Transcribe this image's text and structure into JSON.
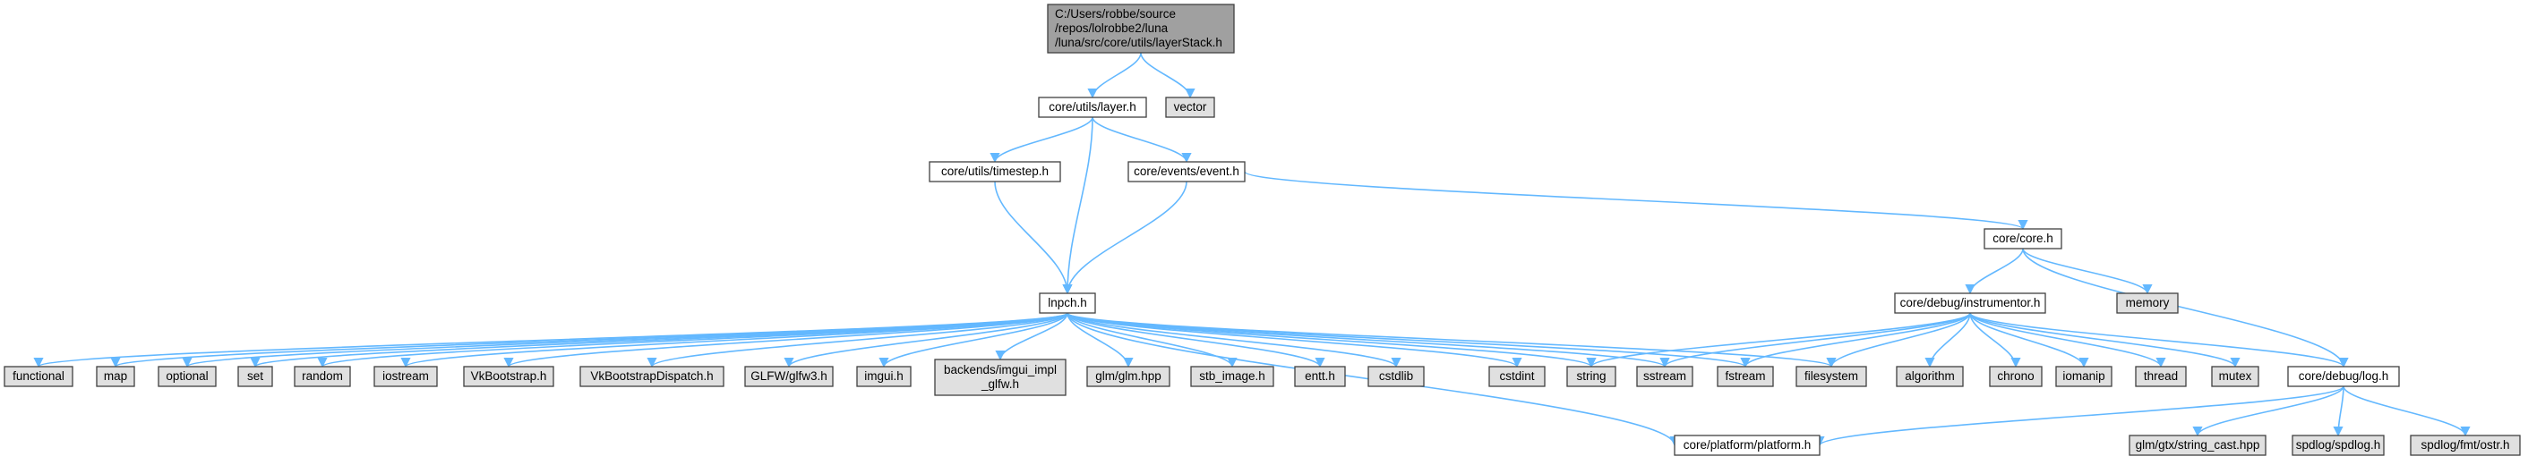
{
  "colors": {
    "root_fill": "#a0a0a0",
    "internal_fill": "#ffffff",
    "external_fill": "#e0e0e0",
    "border": "#404040",
    "edge": "#63b8ff",
    "border_external": "#999999"
  },
  "nodes": [
    {
      "id": "root",
      "kind": "root",
      "lines": [
        "C:/Users/robbe/source",
        "/repos/lolrobbe2/luna",
        "/luna/src/core/utils/layerStack.h"
      ]
    },
    {
      "id": "layer",
      "kind": "internal",
      "lines": [
        "core/utils/layer.h"
      ]
    },
    {
      "id": "vector",
      "kind": "external",
      "lines": [
        "vector"
      ]
    },
    {
      "id": "timestep",
      "kind": "internal",
      "lines": [
        "core/utils/timestep.h"
      ]
    },
    {
      "id": "event",
      "kind": "internal",
      "lines": [
        "core/events/event.h"
      ]
    },
    {
      "id": "core",
      "kind": "internal",
      "lines": [
        "core/core.h"
      ]
    },
    {
      "id": "memory",
      "kind": "external",
      "lines": [
        "memory"
      ]
    },
    {
      "id": "lnpch",
      "kind": "internal",
      "lines": [
        "lnpch.h"
      ]
    },
    {
      "id": "instrumentor",
      "kind": "internal",
      "lines": [
        "core/debug/instrumentor.h"
      ]
    },
    {
      "id": "functional",
      "kind": "external",
      "lines": [
        "functional"
      ]
    },
    {
      "id": "map",
      "kind": "external",
      "lines": [
        "map"
      ]
    },
    {
      "id": "optional",
      "kind": "external",
      "lines": [
        "optional"
      ]
    },
    {
      "id": "set",
      "kind": "external",
      "lines": [
        "set"
      ]
    },
    {
      "id": "random",
      "kind": "external",
      "lines": [
        "random"
      ]
    },
    {
      "id": "iostream",
      "kind": "external",
      "lines": [
        "iostream"
      ]
    },
    {
      "id": "vkbootstrap",
      "kind": "external",
      "lines": [
        "VkBootstrap.h"
      ]
    },
    {
      "id": "vkbootstrapdispatch",
      "kind": "external",
      "lines": [
        "VkBootstrapDispatch.h"
      ]
    },
    {
      "id": "glfw3",
      "kind": "external",
      "lines": [
        "GLFW/glfw3.h"
      ]
    },
    {
      "id": "imgui",
      "kind": "external",
      "lines": [
        "imgui.h"
      ]
    },
    {
      "id": "imgui_impl",
      "kind": "external",
      "lines": [
        "backends/imgui_impl",
        "_glfw.h"
      ]
    },
    {
      "id": "glm",
      "kind": "external",
      "lines": [
        "glm/glm.hpp"
      ]
    },
    {
      "id": "stb_image",
      "kind": "external",
      "lines": [
        "stb_image.h"
      ]
    },
    {
      "id": "entt",
      "kind": "external",
      "lines": [
        "entt.h"
      ]
    },
    {
      "id": "cstdlib",
      "kind": "external",
      "lines": [
        "cstdlib"
      ]
    },
    {
      "id": "cstdint",
      "kind": "external",
      "lines": [
        "cstdint"
      ]
    },
    {
      "id": "string",
      "kind": "external",
      "lines": [
        "string"
      ]
    },
    {
      "id": "sstream",
      "kind": "external",
      "lines": [
        "sstream"
      ]
    },
    {
      "id": "fstream",
      "kind": "external",
      "lines": [
        "fstream"
      ]
    },
    {
      "id": "filesystem",
      "kind": "external",
      "lines": [
        "filesystem"
      ]
    },
    {
      "id": "algorithm",
      "kind": "external",
      "lines": [
        "algorithm"
      ]
    },
    {
      "id": "chrono",
      "kind": "external",
      "lines": [
        "chrono"
      ]
    },
    {
      "id": "iomanip",
      "kind": "external",
      "lines": [
        "iomanip"
      ]
    },
    {
      "id": "thread",
      "kind": "external",
      "lines": [
        "thread"
      ]
    },
    {
      "id": "mutex",
      "kind": "external",
      "lines": [
        "mutex"
      ]
    },
    {
      "id": "log",
      "kind": "internal",
      "lines": [
        "core/debug/log.h"
      ]
    },
    {
      "id": "platform",
      "kind": "internal",
      "lines": [
        "core/platform/platform.h"
      ]
    },
    {
      "id": "string_cast",
      "kind": "external",
      "lines": [
        "glm/gtx/string_cast.hpp"
      ]
    },
    {
      "id": "spdlog",
      "kind": "external",
      "lines": [
        "spdlog/spdlog.h"
      ]
    },
    {
      "id": "ostr",
      "kind": "external",
      "lines": [
        "spdlog/fmt/ostr.h"
      ]
    }
  ],
  "edges": [
    [
      "root",
      "layer"
    ],
    [
      "root",
      "vector"
    ],
    [
      "layer",
      "timestep"
    ],
    [
      "layer",
      "event"
    ],
    [
      "layer",
      "lnpch"
    ],
    [
      "timestep",
      "lnpch"
    ],
    [
      "event",
      "lnpch"
    ],
    [
      "event",
      "core"
    ],
    [
      "core",
      "memory"
    ],
    [
      "core",
      "instrumentor"
    ],
    [
      "core",
      "log"
    ],
    [
      "lnpch",
      "functional"
    ],
    [
      "lnpch",
      "map"
    ],
    [
      "lnpch",
      "optional"
    ],
    [
      "lnpch",
      "set"
    ],
    [
      "lnpch",
      "random"
    ],
    [
      "lnpch",
      "iostream"
    ],
    [
      "lnpch",
      "vkbootstrap"
    ],
    [
      "lnpch",
      "vkbootstrapdispatch"
    ],
    [
      "lnpch",
      "glfw3"
    ],
    [
      "lnpch",
      "imgui"
    ],
    [
      "lnpch",
      "imgui_impl"
    ],
    [
      "lnpch",
      "glm"
    ],
    [
      "lnpch",
      "stb_image"
    ],
    [
      "lnpch",
      "entt"
    ],
    [
      "lnpch",
      "cstdlib"
    ],
    [
      "lnpch",
      "cstdint"
    ],
    [
      "lnpch",
      "string"
    ],
    [
      "lnpch",
      "sstream"
    ],
    [
      "lnpch",
      "fstream"
    ],
    [
      "lnpch",
      "filesystem"
    ],
    [
      "lnpch",
      "platform"
    ],
    [
      "instrumentor",
      "string"
    ],
    [
      "instrumentor",
      "sstream"
    ],
    [
      "instrumentor",
      "fstream"
    ],
    [
      "instrumentor",
      "filesystem"
    ],
    [
      "instrumentor",
      "algorithm"
    ],
    [
      "instrumentor",
      "chrono"
    ],
    [
      "instrumentor",
      "iomanip"
    ],
    [
      "instrumentor",
      "thread"
    ],
    [
      "instrumentor",
      "mutex"
    ],
    [
      "instrumentor",
      "log"
    ],
    [
      "log",
      "platform"
    ],
    [
      "log",
      "string_cast"
    ],
    [
      "log",
      "spdlog"
    ],
    [
      "log",
      "ostr"
    ]
  ]
}
